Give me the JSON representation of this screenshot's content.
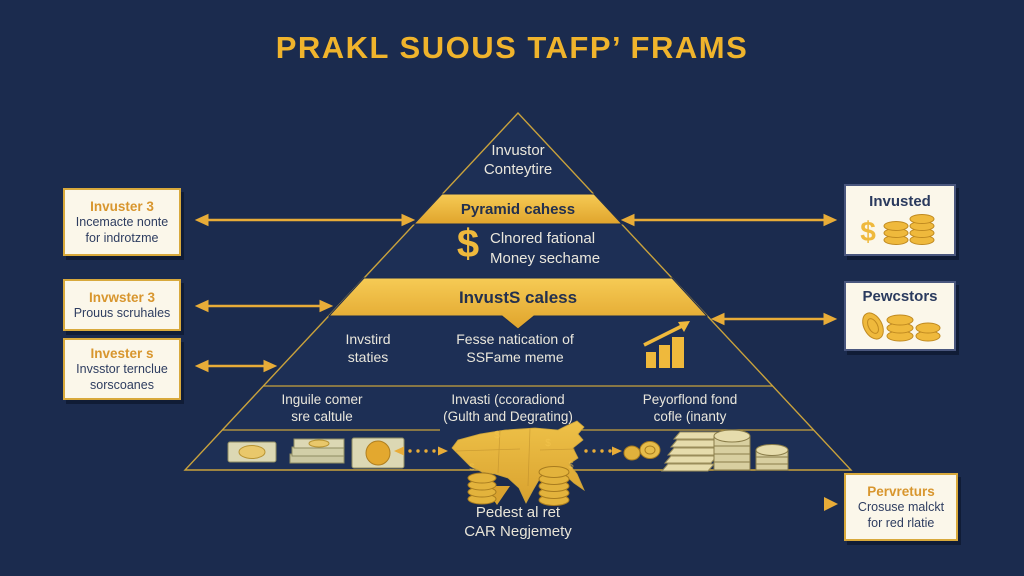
{
  "colors": {
    "background": "#1B2B4E",
    "gold": "#E9AE35",
    "gold_light": "#F5C94F",
    "cream_box": "#FBF7EA",
    "navy_text": "#2A3A5E",
    "white_text": "#EAE7DC",
    "title_gold": "#F0B42C"
  },
  "icons": {
    "dollar": "$"
  },
  "title": "PRAKL SUOUS TAFP’ FRAMS",
  "pyramid": {
    "top": {
      "line1": "Invustor",
      "line2": "Conteytire"
    },
    "band1": {
      "label": "Pyramid cahess"
    },
    "money": {
      "line1": "Clnored fational",
      "line2": "Money sechame"
    },
    "band2": {
      "label": "InvustS caless"
    },
    "mid": {
      "left": {
        "line1": "Invstird",
        "line2": "staties"
      },
      "center": {
        "line1": "Fesse natication of",
        "line2": "SSFame meme"
      }
    },
    "bottom": {
      "col1": {
        "line1": "Inguile comer",
        "line2": "sre caltule"
      },
      "col2": {
        "line1": "Invasti (ccoradiond",
        "line2": "(Gulth and Degrating)"
      },
      "col3": {
        "line1": "Peyorflond fond",
        "line2": "cofle (inanty"
      }
    }
  },
  "left_boxes": [
    {
      "title": "Invuster 3",
      "line1": "Incemacte nonte",
      "line2": "for indrotzme"
    },
    {
      "title": "Invwster 3",
      "line1": "Prouus scruhales",
      "line2": ""
    },
    {
      "title": "Invester s",
      "line1": "Invsstor ternclue",
      "line2": "sorscoanes"
    }
  ],
  "right_boxes": [
    {
      "title": "Invusted"
    },
    {
      "title": "Pewcstors"
    },
    {
      "title": "Pervreturs",
      "line1": "Crosuse malckt",
      "line2": "for red rlatie"
    }
  ],
  "footer": {
    "line1": "Pedest al ret",
    "line2": "CAR Negjemety"
  }
}
